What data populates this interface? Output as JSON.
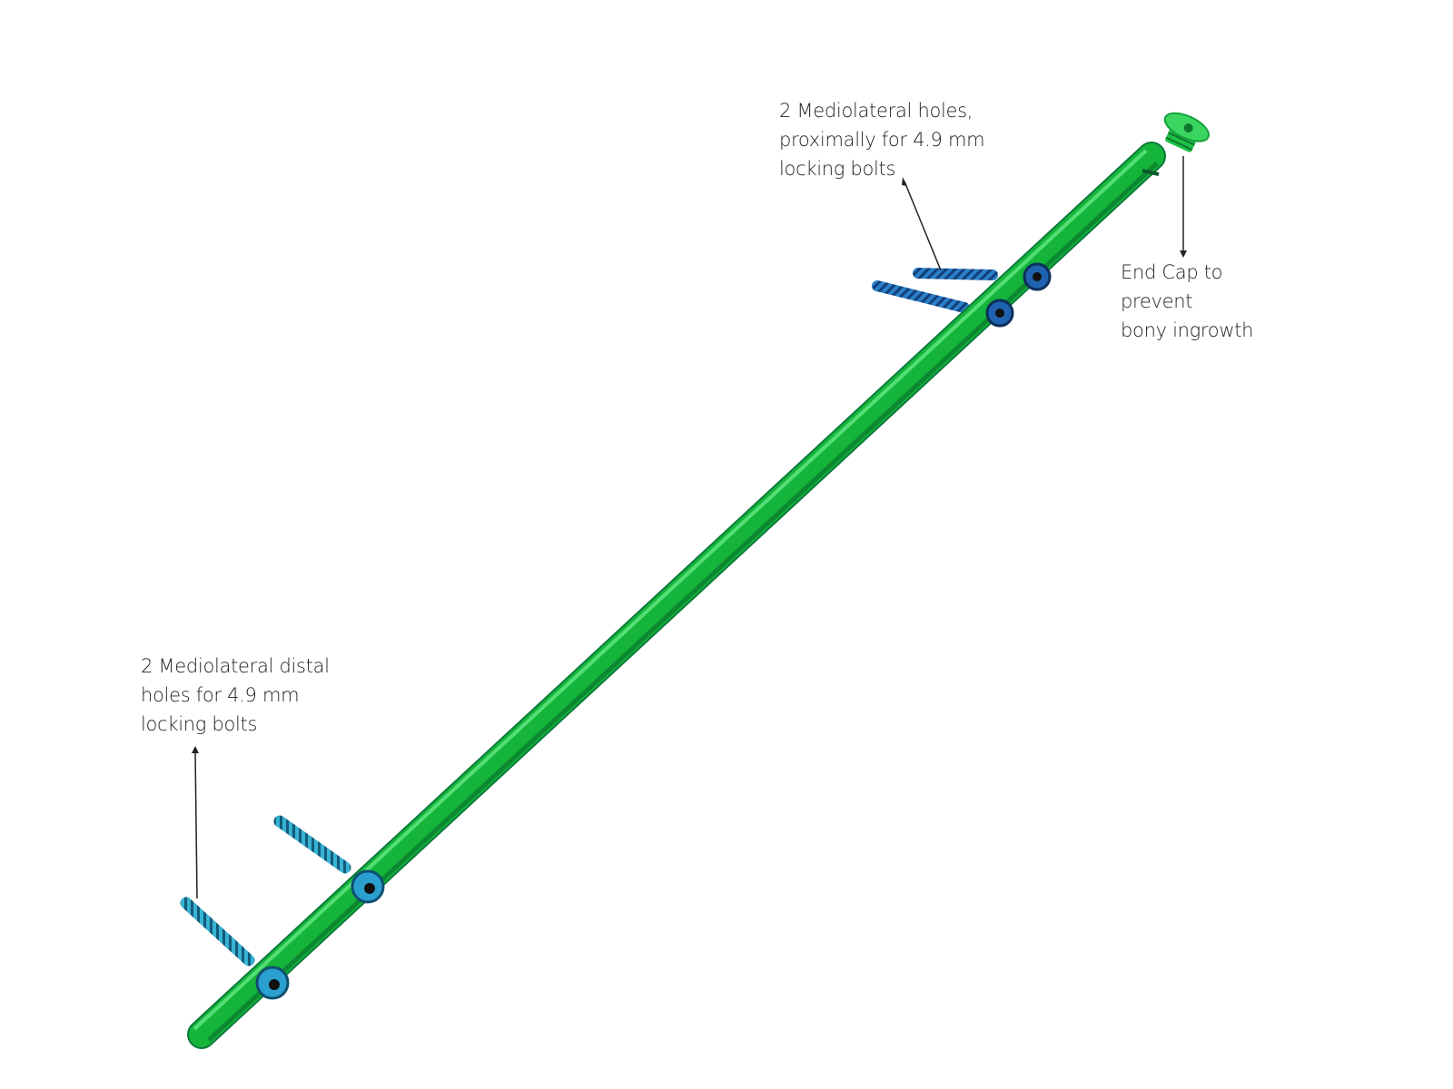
{
  "annotations": {
    "proximal": {
      "lines": [
        "2 Mediolateral holes,",
        "proximally for 4.9 mm",
        "locking bolts"
      ]
    },
    "end_cap": {
      "lines": [
        "End Cap to",
        "prevent",
        "bony ingrowth"
      ]
    },
    "distal": {
      "lines": [
        "2 Mediolateral distal",
        "holes for 4.9 mm",
        "locking bolts"
      ]
    }
  },
  "colors": {
    "nail": "#19c23a",
    "nail_dark": "#0a8a3a",
    "bolt": "#2a7fc8",
    "bolt_distal": "#29a8c8",
    "text": "#222222"
  }
}
